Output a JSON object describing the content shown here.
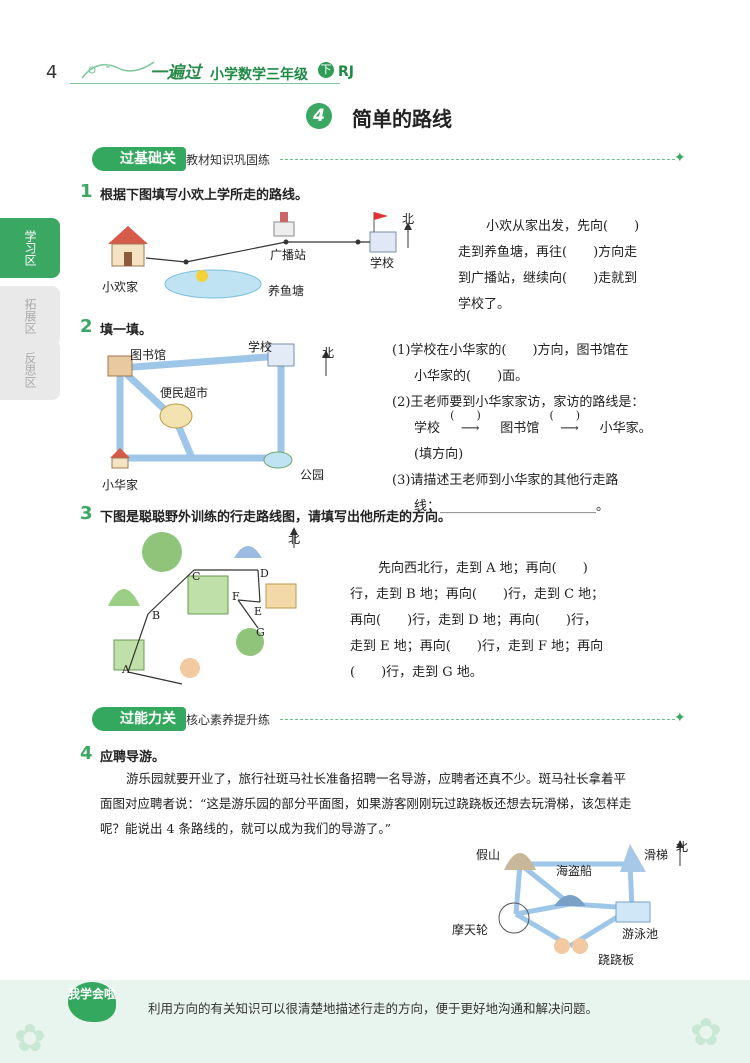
{
  "header": {
    "page_number": "4",
    "brand": "一遍过",
    "title": "小学数学三年级",
    "grade_badge": "下",
    "edition": "RJ"
  },
  "lesson": {
    "number": "4",
    "title": "简单的路线"
  },
  "side_tabs": [
    "学习区",
    "拓展区",
    "反思区"
  ],
  "section1": {
    "tag": "过基础关",
    "subtitle": "教材知识巩固练"
  },
  "section2": {
    "tag": "过能力关",
    "subtitle": "核心素养提升练"
  },
  "q1": {
    "number": "1",
    "prompt": "根据下图填写小欢上学所走的路线。",
    "map": {
      "home": "小欢家",
      "pond": "养鱼塘",
      "station": "广播站",
      "school": "学校",
      "north": "北"
    },
    "lines": [
      "小欢从家出发，先向(　　)",
      "走到养鱼塘，再往(　　)方向走",
      "到广播站，继续向(　　)走就到",
      "学校了。"
    ]
  },
  "q2": {
    "number": "2",
    "prompt": "填一填。",
    "map": {
      "library": "图书馆",
      "school": "学校",
      "north": "北",
      "market": "便民超市",
      "home": "小华家",
      "park": "公园"
    },
    "p1a": "(1)学校在小华家的(　　)方向，图书馆在",
    "p1b": "小华家的(　　)面。",
    "p2": "(2)王老师要到小华家家访，家访的路线是：",
    "route_start": "学校",
    "route_mid": "图书馆",
    "route_end": "小华家。",
    "arrow_blank": "(　　)",
    "p2_note": "(填方向)",
    "p3a": "(3)请描述王老师到小华家的其他行走路",
    "p3b": "线：________________________。"
  },
  "q3": {
    "number": "3",
    "prompt": "下图是聪聪野外训练的行走路线图，请填写出他所走的方向。",
    "north": "北",
    "points": [
      "A",
      "B",
      "C",
      "D",
      "E",
      "F",
      "G"
    ],
    "lines": [
      "先向西北行，走到 A 地；再向(　　)",
      "行，走到 B 地；再向(　　)行，走到 C 地；",
      "再向(　　)行，走到 D 地；再向(　　)行，",
      "走到 E 地；再向(　　)行，走到 F 地；再向",
      "(　　)行，走到 G 地。"
    ]
  },
  "q4": {
    "number": "4",
    "prompt": "应聘导游。",
    "lines": [
      "游乐园就要开业了，旅行社斑马社长准备招聘一名导游，应聘者还真不少。斑马社长拿着平",
      "面图对应聘者说：“这是游乐园的部分平面图，如果游客刚刚玩过跷跷板还想去玩滑梯，该怎样走",
      "呢？能说出 4 条路线的，就可以成为我们的导游了。”"
    ],
    "map": {
      "rockery": "假山",
      "pirate": "海盗船",
      "slide": "滑梯",
      "north": "北",
      "wheel": "摩天轮",
      "pool": "游泳池",
      "seesaw": "跷跷板"
    }
  },
  "footer": {
    "badge": "我学会啦",
    "text": "利用方向的有关知识可以很清楚地描述行走的方向，便于更好地沟通和解决问题。"
  },
  "colors": {
    "accent": "#3aa862",
    "footer_bg": "#e8f5ee"
  }
}
